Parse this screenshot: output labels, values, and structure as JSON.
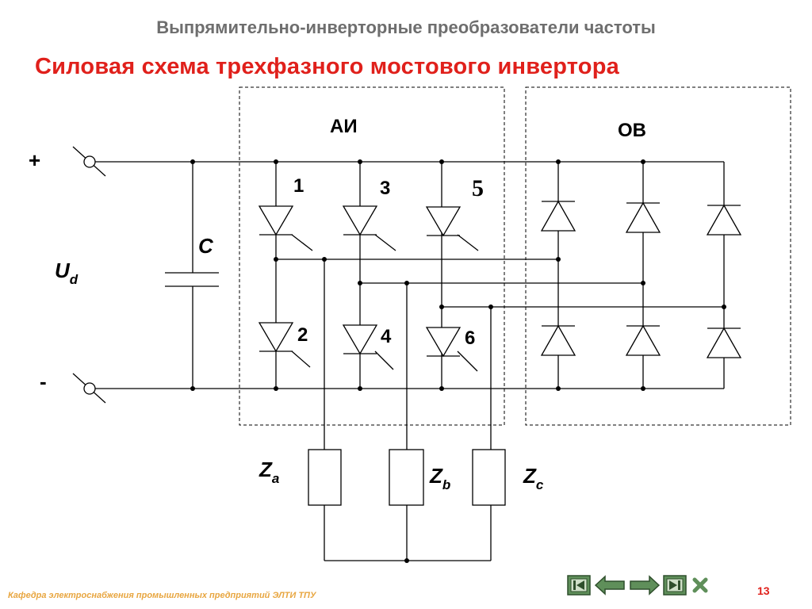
{
  "header": {
    "title": "Выпрямительно-инверторные преобразователи частоты"
  },
  "slide": {
    "title": "Силовая схема трехфазного мостового инвертора"
  },
  "diagram": {
    "block_ai": "АИ",
    "block_ov": "ОВ",
    "terminal_plus": "+",
    "terminal_minus": "-",
    "voltage_symbol": "U",
    "voltage_sub": "d",
    "capacitor": "C",
    "thyristor_labels": [
      "1",
      "3",
      "5",
      "2",
      "4",
      "6"
    ],
    "loads": [
      {
        "symbol": "Z",
        "sub": "a"
      },
      {
        "symbol": "Z",
        "sub": "b"
      },
      {
        "symbol": "Z",
        "sub": "c"
      }
    ]
  },
  "footer": {
    "department": "Кафедра электроснабжения промышленных предприятий ЭЛТИ ТПУ"
  },
  "page": {
    "number": "13"
  },
  "navigation": {
    "icons": [
      "first-slide-icon",
      "prev-arrow-icon",
      "next-arrow-icon",
      "last-slide-icon",
      "close-icon"
    ],
    "accent": "#5f8f5a"
  }
}
